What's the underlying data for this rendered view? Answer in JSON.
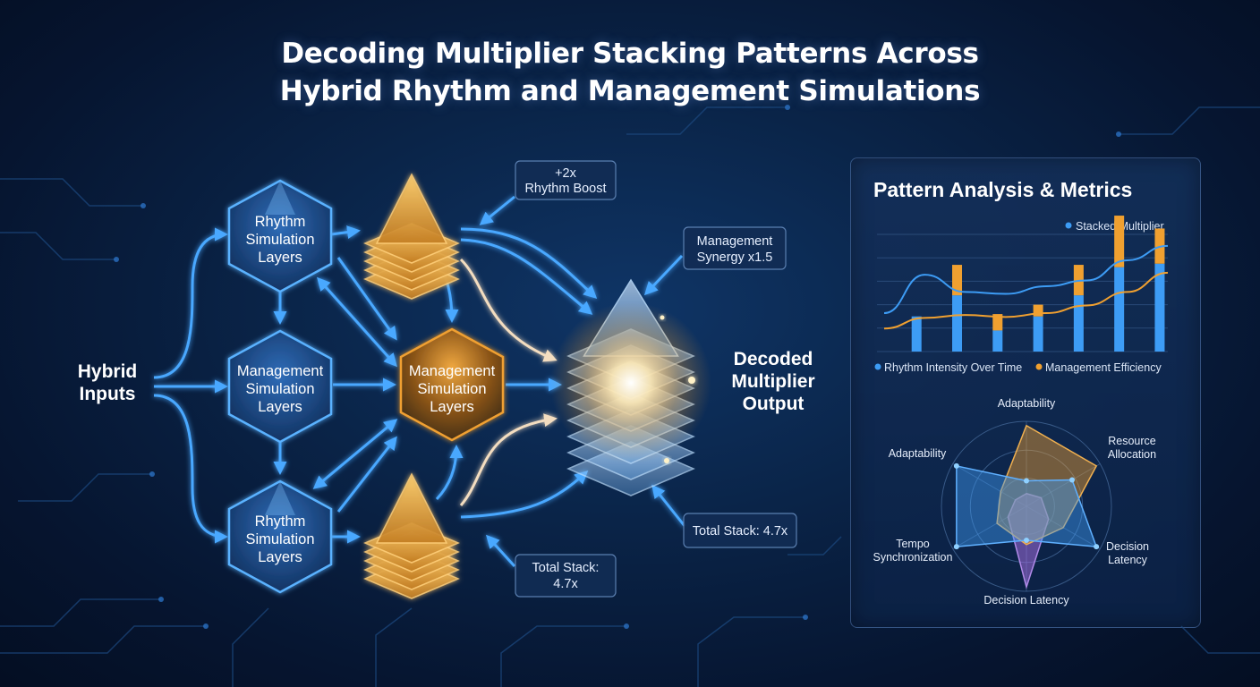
{
  "title": {
    "line1": "Decoding Multiplier Stacking Patterns Across",
    "line2": "Hybrid Rhythm and Management Simulations"
  },
  "colors": {
    "blue": "#3d9cf5",
    "orange": "#f0a030",
    "background": "#0a2448"
  },
  "flow": {
    "input_label": [
      "Hybrid",
      "Inputs"
    ],
    "nodes": {
      "rhythm_top": [
        "Rhythm",
        "Simulation",
        "Layers"
      ],
      "management_mid": [
        "Management",
        "Simulation",
        "Layers"
      ],
      "rhythm_bottom": [
        "Rhythm",
        "Simulation",
        "Layers"
      ],
      "management_center": [
        "Management",
        "Simulation",
        "Layers"
      ]
    },
    "callouts": {
      "rhythm_boost": [
        "+2x",
        "Rhythm Boost"
      ],
      "management_synergy": [
        "Management",
        "Synergy x1.5"
      ],
      "total_stack_right": [
        "Total Stack: 4.7x"
      ],
      "total_stack_bottom": [
        "Total Stack:",
        "4.7x"
      ]
    },
    "output_label": [
      "Decoded",
      "Multiplier",
      "Output"
    ]
  },
  "panel": {
    "title": "Pattern Analysis & Metrics",
    "legend_top": "Stacked Multiplier",
    "legend_bottom": [
      "Rhythm Intensity Over Time",
      "Management Efficiency"
    ]
  },
  "chart_data": [
    {
      "type": "bar",
      "legend": [
        "Stacked Multiplier",
        "Rhythm Intensity Over Time",
        "Management Efficiency"
      ],
      "series": [
        {
          "name": "Rhythm Intensity Over Time",
          "values": [
            0.3,
            0.48,
            0.18,
            0.3,
            0.48,
            0.72,
            0.75
          ]
        },
        {
          "name": "Management Efficiency",
          "values": [
            0.0,
            0.26,
            0.14,
            0.1,
            0.26,
            0.44,
            0.3
          ]
        }
      ],
      "lines": [
        {
          "name": "Stacked Multiplier",
          "values": [
            0.4,
            0.8,
            0.62,
            0.6,
            0.68,
            0.74,
            0.95,
            1.1
          ]
        },
        {
          "name": "orange-trend",
          "values": [
            0.24,
            0.35,
            0.38,
            0.36,
            0.4,
            0.48,
            0.62,
            0.82
          ]
        }
      ]
    },
    {
      "type": "radar",
      "axes": [
        "Adaptability",
        "Resource Allocation",
        "Decision Latency",
        "Decision Latency",
        "Tempo Synchronization",
        "Adaptability"
      ],
      "axis_label_lines": [
        [
          "Adaptability"
        ],
        [
          "Resource",
          "Allocation"
        ],
        [
          "Decision",
          "Latency"
        ],
        [
          "Decision Latency"
        ],
        [
          "Tempo",
          "Synchronization"
        ],
        [
          "Adaptability"
        ]
      ],
      "series": [
        {
          "name": "blue",
          "values": [
            0.3,
            0.62,
            0.95,
            0.4,
            0.95,
            0.95
          ]
        },
        {
          "name": "orange",
          "values": [
            0.95,
            0.95,
            0.5,
            0.45,
            0.4,
            0.35
          ]
        },
        {
          "name": "purple",
          "values": [
            0.15,
            0.2,
            0.3,
            0.95,
            0.25,
            0.15
          ]
        }
      ],
      "rmax": 1
    }
  ]
}
